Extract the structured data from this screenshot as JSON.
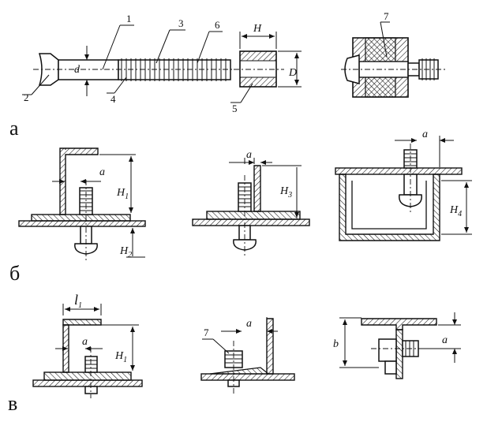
{
  "sections": {
    "a": "а",
    "b": "б",
    "v": "в"
  },
  "callouts": {
    "n1": "1",
    "n2": "2",
    "n3": "3",
    "n4": "4",
    "n5": "5",
    "n6": "6",
    "n7": "7",
    "n7b": "7"
  },
  "dims": {
    "d": "d",
    "H": "H",
    "D": "D",
    "a1": "a",
    "a2": "a",
    "a3": "a",
    "a4": "a",
    "a5": "a",
    "a6": "a",
    "H1": "H",
    "H1sub": "1",
    "H2": "H",
    "H2sub": "2",
    "H3": "H",
    "H3sub": "3",
    "H4": "H",
    "H4sub": "4",
    "H1v": "H",
    "H1vsub": "1",
    "l1": "l",
    "l1sub": "1",
    "b": "b"
  }
}
